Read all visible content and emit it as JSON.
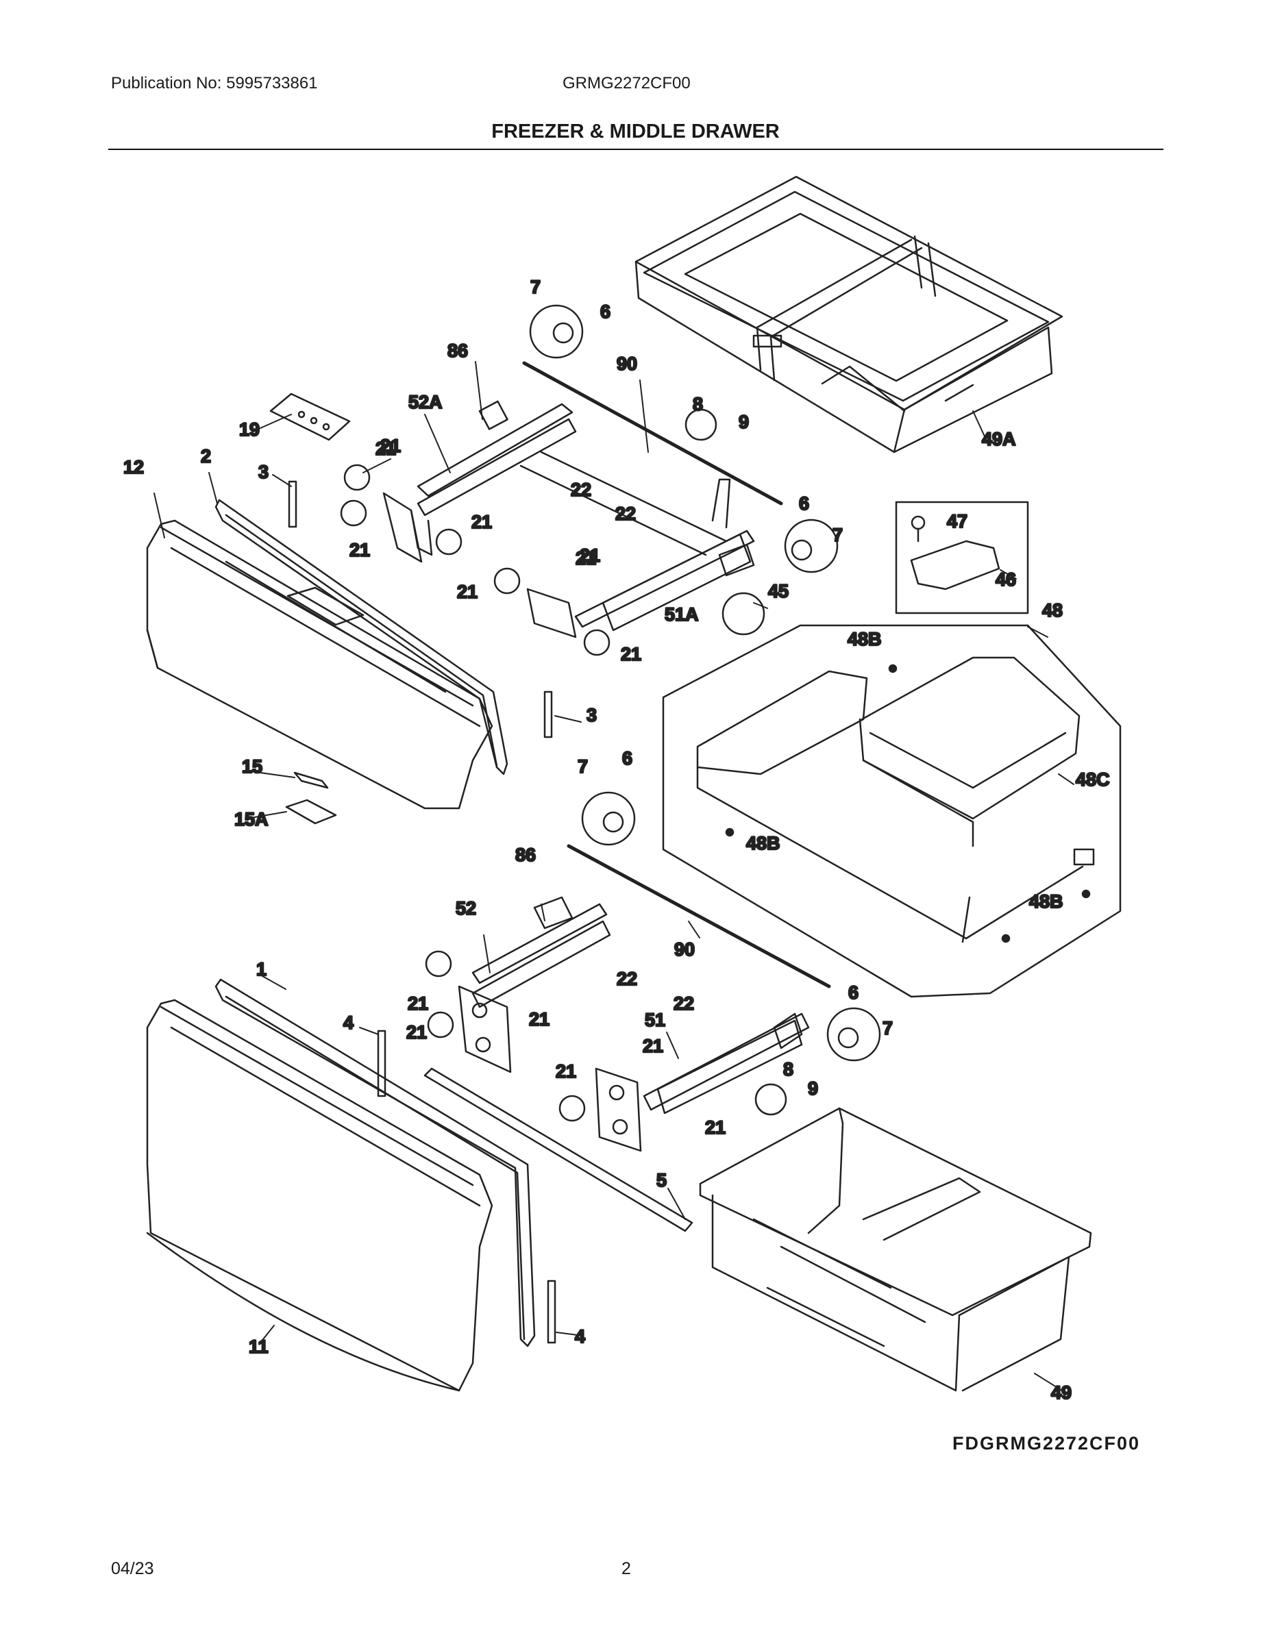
{
  "header": {
    "publication": "Publication No: 5995733861",
    "model": "GRMG2272CF00",
    "title": "FREEZER & MIDDLE DRAWER"
  },
  "footer": {
    "date": "04/23",
    "page": "2"
  },
  "diagram": {
    "code": "FDGRMG2272CF00",
    "part_callouts": [
      "7",
      "6",
      "86",
      "90",
      "52A",
      "19",
      "12",
      "2",
      "3",
      "21",
      "21",
      "21",
      "21",
      "22",
      "8",
      "9",
      "49A",
      "22",
      "6",
      "7",
      "21",
      "21",
      "21",
      "21",
      "51A",
      "45",
      "47",
      "46",
      "48",
      "48B",
      "3",
      "15",
      "15A",
      "48C",
      "48B",
      "48B",
      "7",
      "6",
      "86",
      "52",
      "90",
      "22",
      "1",
      "21",
      "21",
      "21",
      "4",
      "22",
      "51",
      "21",
      "6",
      "7",
      "21",
      "8",
      "9",
      "21",
      "5",
      "49",
      "4",
      "11"
    ]
  }
}
